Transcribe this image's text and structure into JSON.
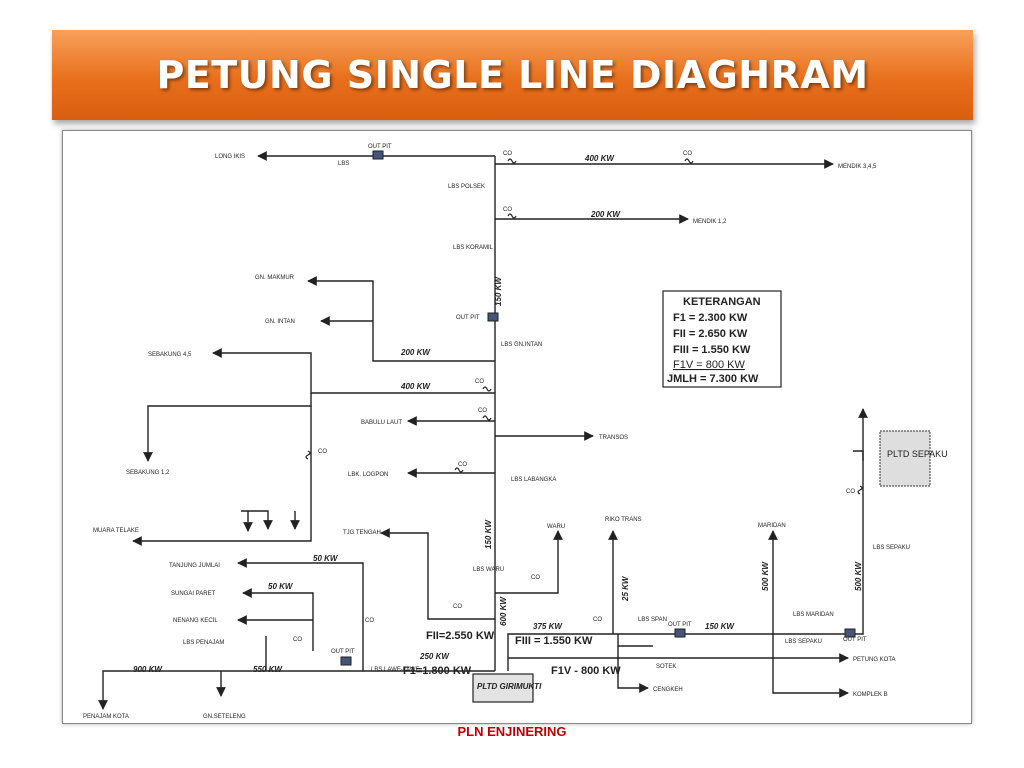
{
  "title": "PETUNG SINGLE LINE DIAGHRAM",
  "footer": "PLN ENJINERING",
  "legend": {
    "heading": "KETERANGAN",
    "rows": [
      "F1   = 2.300 KW",
      "FII  = 2.650 KW",
      "FIII = 1.550 KW",
      "F1V =   800 KW",
      "JMLH  = 7.300 KW"
    ]
  },
  "labels": {
    "long_ikis": "LONG IKIS",
    "out_pit": "OUT PIT",
    "lbs": "LBS",
    "co": "CO",
    "kw400": "400 KW",
    "kw200": "200 KW",
    "mendik345": "MENDIK 3,4,5",
    "mendik12": "MENDIK 1,2",
    "lbs_polsek": "LBS POLSEK",
    "lbs_koramil": "LBS KORAMIL",
    "kw150": "150 KW",
    "gn_makmur": "GN. MAKMUR",
    "gn_intan": "GN. INTAN",
    "lbs_gnintan": "LBS GN.INTAN",
    "sebakung45": "SEBAKUNG 4,5",
    "sebakung12": "SEBAKUNG 1,2",
    "babulu_laut": "BABULU LAUT",
    "transos": "TRANSOS",
    "lbk_logpon": "LBK. LOGPON",
    "lbs_labangka": "LBS LABANGKA",
    "muara_telake": "MUARA TELAKE",
    "tjg_tengah": "TJG TENGAH",
    "tanjung_jumlai": "TANJUNG JUMLAI",
    "kw50": "50 KW",
    "sungai_paret": "SUNGAI PARET",
    "nenang_kecil": "NENANG KECIL",
    "lbs_penajam": "LBS PENAJAM",
    "kw900": "900 KW",
    "kw550": "550 KW",
    "kw250": "250 KW",
    "lbs_lawe": "LBS LAWE-LAWE",
    "penajam_kota": "PENAJAM KOTA",
    "gn_seteleng": "GN.SETELENG",
    "fii": "FII=2.550 KW",
    "f1": "F1=1.800 KW",
    "pltd_girimukti": "PLTD GIRIMUKTI",
    "kw600": "600 KW",
    "lbs_waru": "LBS WARU",
    "waru": "WARU",
    "riko_trans": "RIKO TRANS",
    "kw25": "25 KW",
    "kw375": "375 KW",
    "lbs_span": "LBS SPAN",
    "fiii": "FIII = 1.550 KW",
    "f1v": "F1V - 800 KW",
    "sotek": "SOTEK",
    "cengkeh": "CENGKEH",
    "maridan": "MARIDAN",
    "kw500": "500 KW",
    "lbs_maridan": "LBS MARIDAN",
    "lbs_sepaku": "LBS SEPAKU",
    "petung_kota": "PETUNG KOTA",
    "komplek_b": "KOMPLEK B",
    "pltd_sepaku": "PLTD SEPAKU"
  },
  "colors": {
    "title_bar": "#e86f1c",
    "footer_text": "#c00000",
    "line": "#222222"
  }
}
